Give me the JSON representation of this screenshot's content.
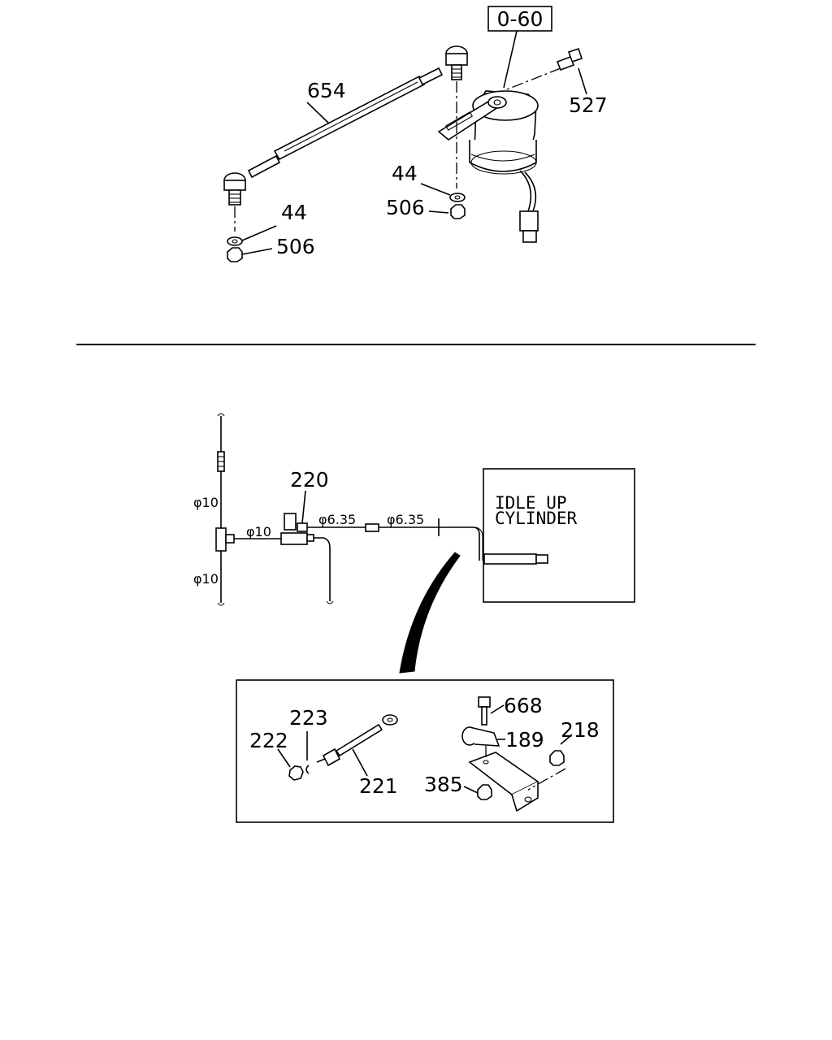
{
  "ref_code": "0-60",
  "top_parts": {
    "rod": "654",
    "bolt": "527",
    "washer_left": "44",
    "nut_left": "506",
    "washer_right": "44",
    "nut_right": "506"
  },
  "piping": {
    "part_220": "220",
    "dia_main_upper": "φ10",
    "dia_main_lower": "φ10",
    "dia_branch": "φ10",
    "dia_small_1": "φ6.35",
    "dia_small_2": "φ6.35",
    "cylinder_label_line1": "IDLE UP",
    "cylinder_label_line2": "CYLINDER"
  },
  "detail_parts": {
    "p222": "222",
    "p223": "223",
    "p221": "221",
    "p668": "668",
    "p189": "189",
    "p218": "218",
    "p385": "385"
  }
}
